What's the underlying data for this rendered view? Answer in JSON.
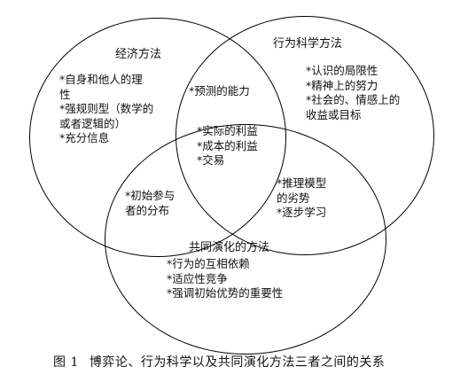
{
  "diagram": {
    "economics": {
      "title": "经济方法",
      "items": [
        "*自身和他人的理",
        "性",
        "*强规则型（数学的",
        "或者逻辑的）",
        "*充分信息"
      ]
    },
    "behavioral": {
      "title": "行为科学方法",
      "items": [
        "*认识的局限性",
        "*精神上的努力",
        "*社会的、情感上的",
        "收益或目标"
      ]
    },
    "evolution": {
      "title": "共同演化的方法",
      "items": [
        "*行为的互相依赖",
        "*适应性竞争",
        "*强调初始优势的重要性"
      ]
    },
    "econ_behavioral": {
      "items": [
        "*预测的能力"
      ]
    },
    "all_three": {
      "items": [
        "*实际的利益",
        "*成本的利益",
        "*交易"
      ]
    },
    "econ_evolution": {
      "items": [
        "*初始参与",
        "者的分布"
      ]
    },
    "behavioral_evolution": {
      "items": [
        "*推理模型",
        "的劣势",
        "*逐步学习"
      ]
    }
  },
  "caption": {
    "label": "图 1",
    "text": "博弈论、行为科学以及共同演化方法三者之间的关系"
  }
}
